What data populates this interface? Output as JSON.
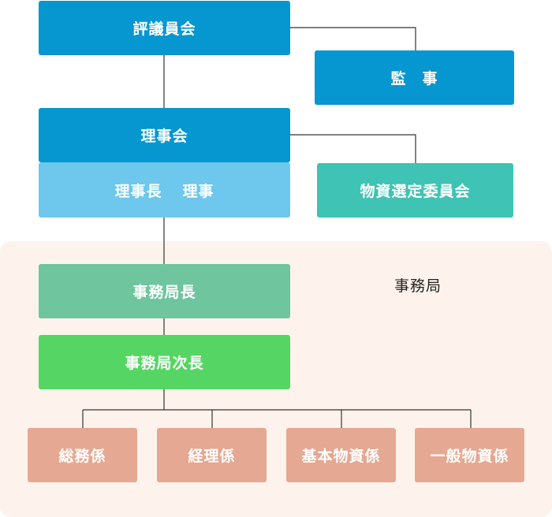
{
  "org": {
    "council": "評議員会",
    "auditor": "監　事",
    "board": "理事会",
    "board_chair": "理事長",
    "board_member": "理事",
    "selection_committee": "物資選定委員会",
    "secretariat_label": "事務局",
    "secretariat_head": "事務局長",
    "secretariat_deputy": "事務局次長",
    "departments": [
      "総務係",
      "経理係",
      "基本物資係",
      "一般物資係"
    ]
  },
  "colors": {
    "primary_blue": "#0797d0",
    "light_blue": "#6ec7ec",
    "teal": "#3ec3b4",
    "mint": "#6ec59e",
    "green": "#55d664",
    "salmon": "#e5a893",
    "region_bg": "#fdf3ec"
  }
}
